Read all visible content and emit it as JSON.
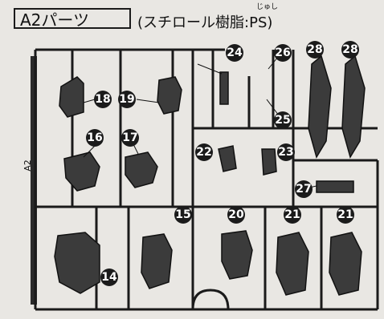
{
  "header": {
    "title": "A2パーツ",
    "material": "(スチロール樹脂:PS)",
    "furigana": "じゅし"
  },
  "runner_label": "A2",
  "parts": [
    {
      "id": "p14",
      "label": "14"
    },
    {
      "id": "p15",
      "label": "15"
    },
    {
      "id": "p16",
      "label": "16"
    },
    {
      "id": "p17",
      "label": "17"
    },
    {
      "id": "p18",
      "label": "18"
    },
    {
      "id": "p19",
      "label": "19"
    },
    {
      "id": "p20",
      "label": "20"
    },
    {
      "id": "p21a",
      "label": "21"
    },
    {
      "id": "p21b",
      "label": "21"
    },
    {
      "id": "p22",
      "label": "22"
    },
    {
      "id": "p23",
      "label": "23"
    },
    {
      "id": "p24",
      "label": "24"
    },
    {
      "id": "p25",
      "label": "25"
    },
    {
      "id": "p26",
      "label": "26"
    },
    {
      "id": "p27",
      "label": "27"
    },
    {
      "id": "p28a",
      "label": "28"
    },
    {
      "id": "p28b",
      "label": "28"
    }
  ]
}
